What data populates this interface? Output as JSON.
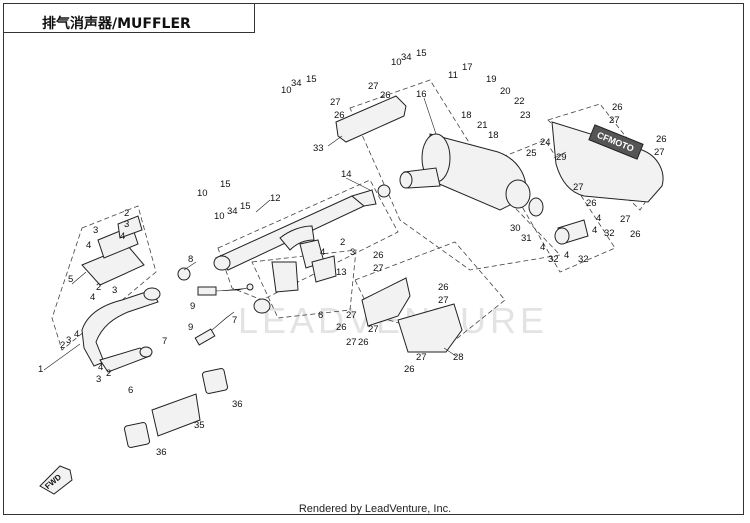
{
  "header": {
    "title": "排气消声器/MUFFLER"
  },
  "footer": {
    "credit": "Rendered by LeadVenture, Inc."
  },
  "watermark": {
    "text": "LEADVENTURE"
  },
  "badges": {
    "fwd": "FWD",
    "brand": "CFMOTO"
  },
  "callouts": {
    "c1": "1",
    "c2": "2",
    "c3": "3",
    "c4": "4",
    "c5": "5",
    "c6": "6",
    "c7": "7",
    "c8": "8",
    "c9": "9",
    "c10": "10",
    "c11": "11",
    "c12": "12",
    "c13": "13",
    "c14": "14",
    "c15": "15",
    "c16": "16",
    "c17": "17",
    "c18": "18",
    "c19": "19",
    "c20": "20",
    "c21": "21",
    "c22": "22",
    "c23": "23",
    "c24": "24",
    "c25": "25",
    "c26": "26",
    "c27": "27",
    "c28": "28",
    "c29": "29",
    "c30": "30",
    "c31": "31",
    "c32": "32",
    "c33": "33",
    "c34": "34",
    "c35": "35",
    "c36": "36"
  }
}
